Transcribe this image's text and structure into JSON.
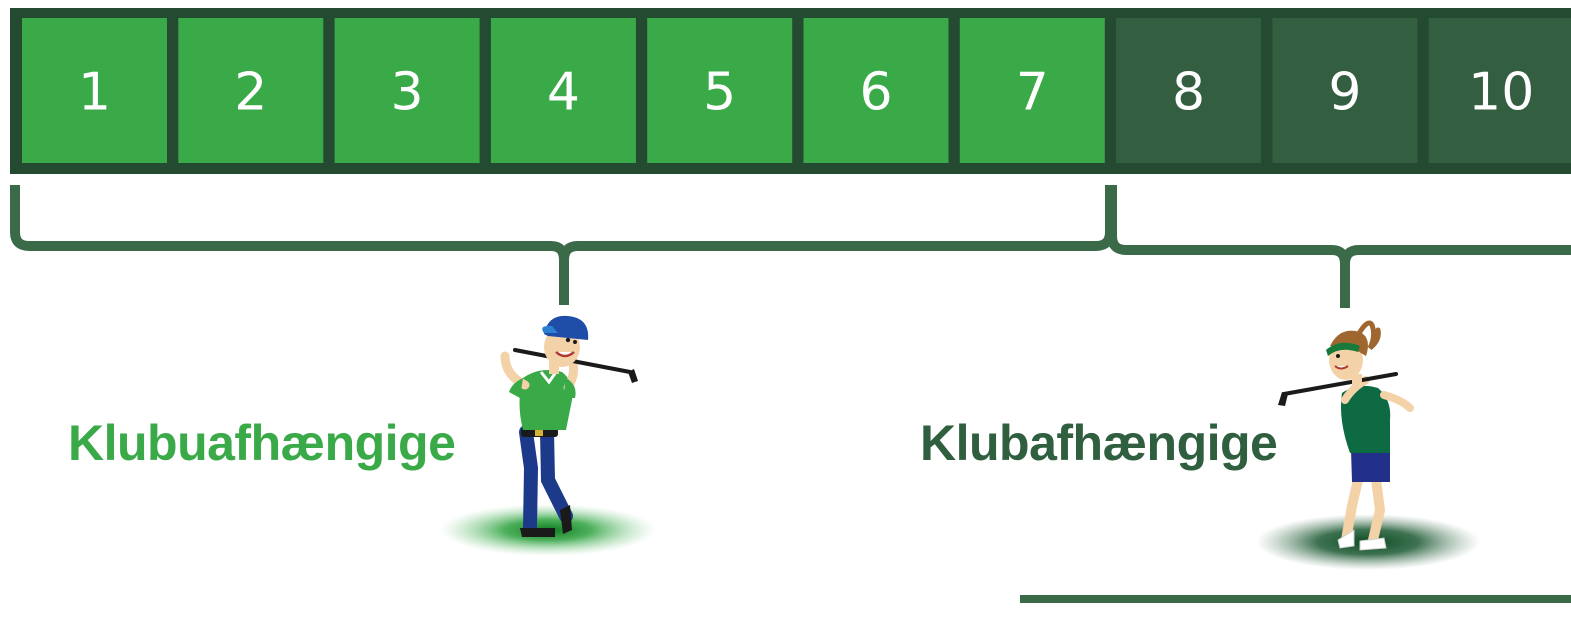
{
  "colors": {
    "light_green": "#3aaa48",
    "dark_green": "#335e40",
    "border_green": "#244a31",
    "bracket_green": "#3b6a48",
    "white": "#ffffff"
  },
  "scale": {
    "cells": [
      {
        "number": "1",
        "tone": "light"
      },
      {
        "number": "2",
        "tone": "light"
      },
      {
        "number": "3",
        "tone": "light"
      },
      {
        "number": "4",
        "tone": "light"
      },
      {
        "number": "5",
        "tone": "light"
      },
      {
        "number": "6",
        "tone": "light"
      },
      {
        "number": "7",
        "tone": "light"
      },
      {
        "number": "8",
        "tone": "dark"
      },
      {
        "number": "9",
        "tone": "dark"
      },
      {
        "number": "10",
        "tone": "dark"
      }
    ]
  },
  "groups": [
    {
      "label": "Klubuafhængige",
      "covers_cells": "1–7",
      "figure": "golfer-man-icon"
    },
    {
      "label": "Klubafhængige",
      "covers_cells": "8–10",
      "figure": "golfer-woman-icon"
    }
  ]
}
